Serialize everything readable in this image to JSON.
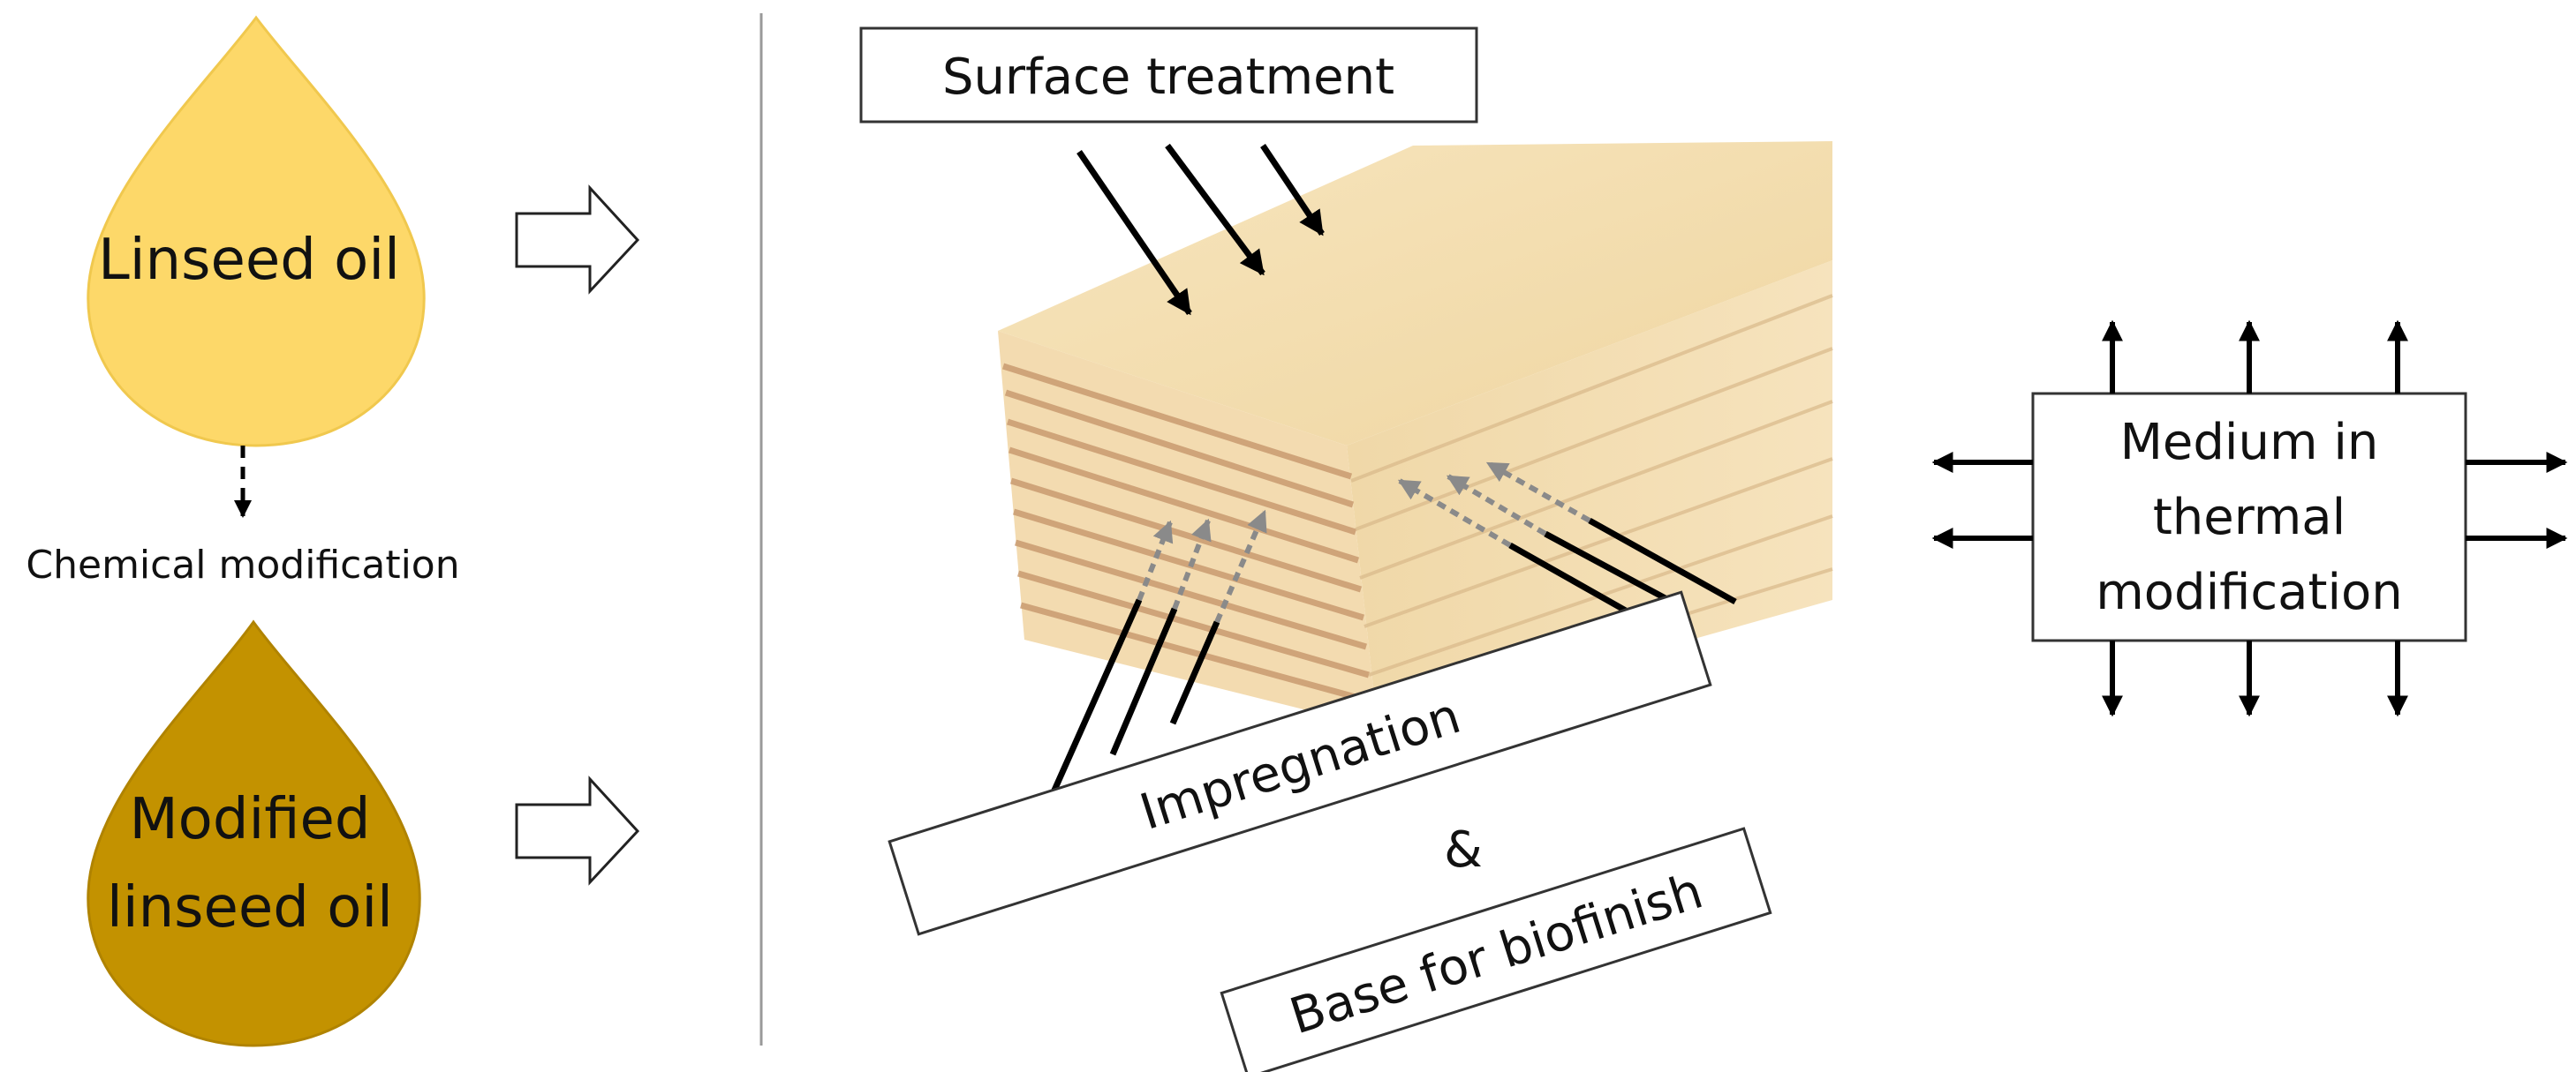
{
  "oils": {
    "linseed": {
      "label": "Linseed oil",
      "color": "#FDD869"
    },
    "modified": {
      "label_line1": "Modified",
      "label_line2": "linseed oil",
      "color": "#C39200"
    },
    "process_label": "Chemical modification"
  },
  "uses": {
    "surface_treatment": "Surface treatment",
    "impregnation": "Impregnation",
    "ampersand": "&",
    "biofinish": "Base for biofinish",
    "thermal_line1": "Medium in",
    "thermal_line2": "thermal",
    "thermal_line3": "modification"
  },
  "colors": {
    "wood_top": "#F4DFB2",
    "wood_side": "#EDD5A4",
    "wood_end": "#F2D9AE",
    "grain": "#C99B70",
    "arrow": "#000000",
    "dotted_arrow": "#8A8A8A"
  }
}
